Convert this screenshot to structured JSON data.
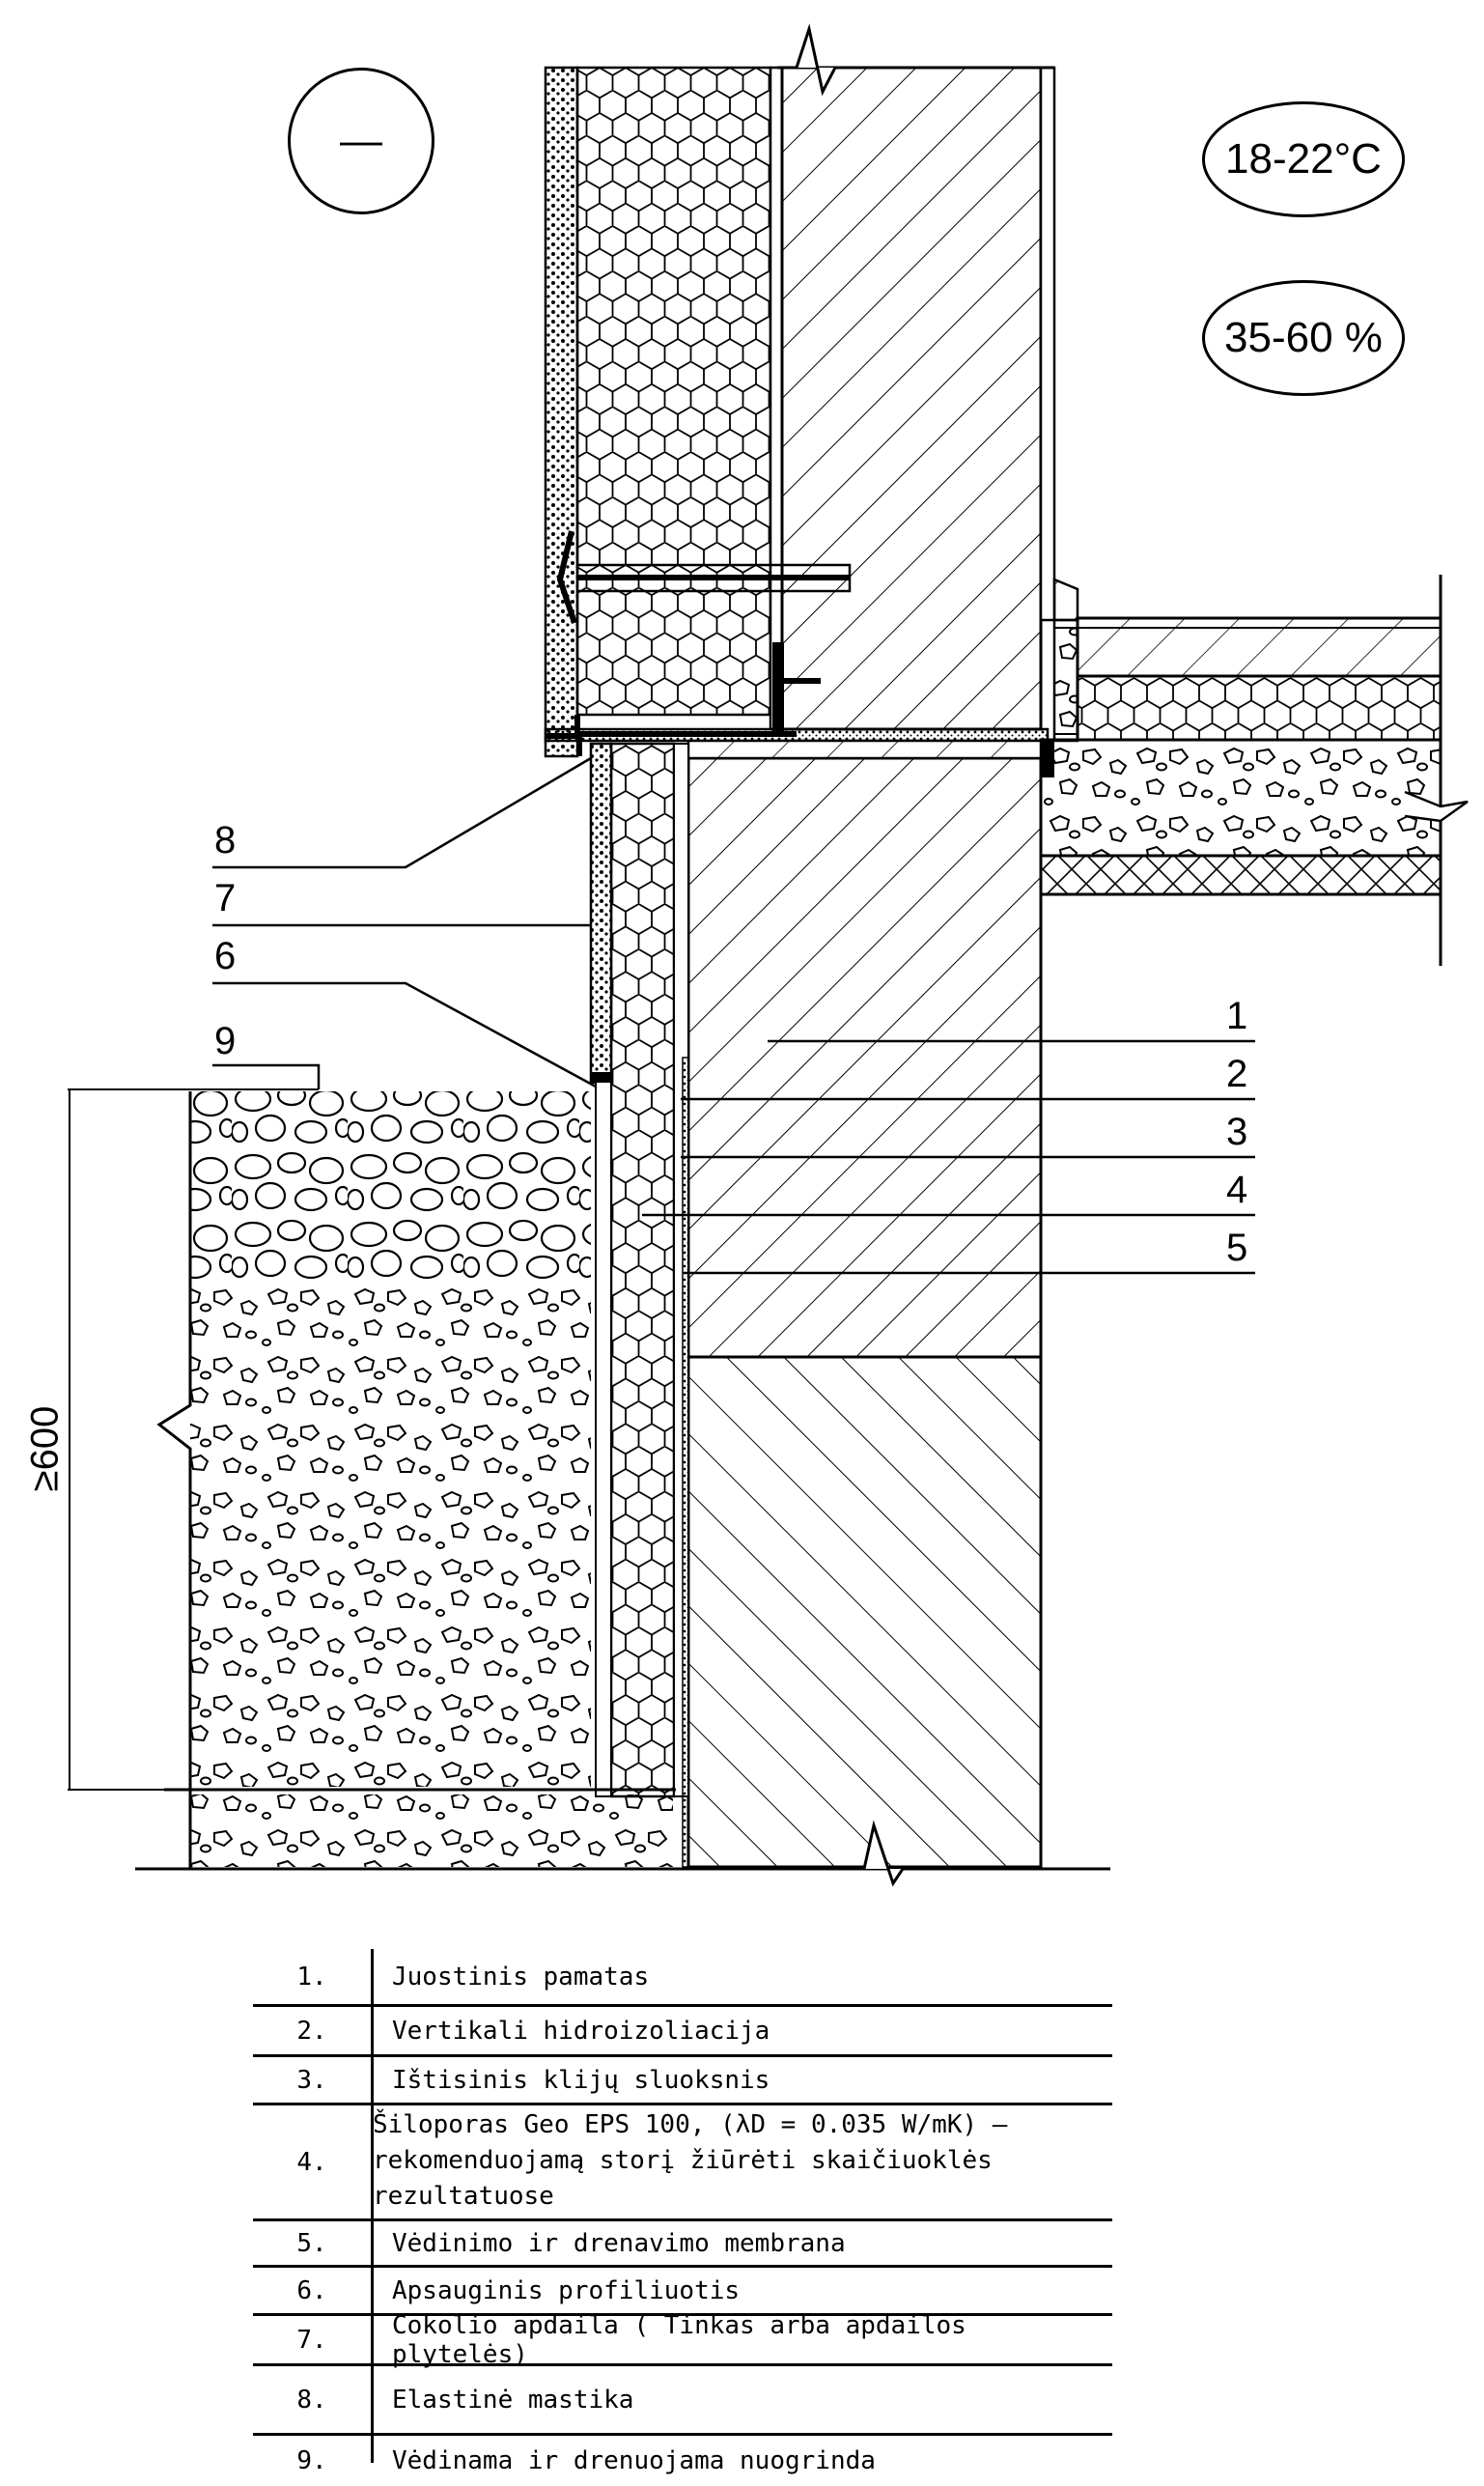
{
  "conditions": {
    "outdoor_symbol": "—",
    "temperature": "18-22°C",
    "humidity": "35-60 %"
  },
  "callouts": [
    "8",
    "7",
    "6",
    "9",
    "1",
    "2",
    "3",
    "4",
    "5"
  ],
  "dimension": {
    "label": "≥600"
  },
  "legend": [
    {
      "num": "1.",
      "text": "Juostinis pamatas"
    },
    {
      "num": "2.",
      "text": "Vertikali hidroizoliacija"
    },
    {
      "num": "3.",
      "text": "Ištisinis klijų sluoksnis"
    },
    {
      "num": "4.",
      "text": "Šiloporas Geo EPS 100, (λD = 0.035 W/mK) –\nrekomenduojamą storį žiūrėti skaičiuoklės\nrezultatuose"
    },
    {
      "num": "5.",
      "text": "Vėdinimo ir drenavimo membrana"
    },
    {
      "num": "6.",
      "text": "Apsauginis profiliuotis"
    },
    {
      "num": "7.",
      "text": "Cokolio apdaila ( Tinkas arba apdailos plytelės)"
    },
    {
      "num": "8.",
      "text": "Elastinė mastika"
    },
    {
      "num": "9.",
      "text": "Vėdinama ir drenuojama nuogrinda"
    }
  ]
}
